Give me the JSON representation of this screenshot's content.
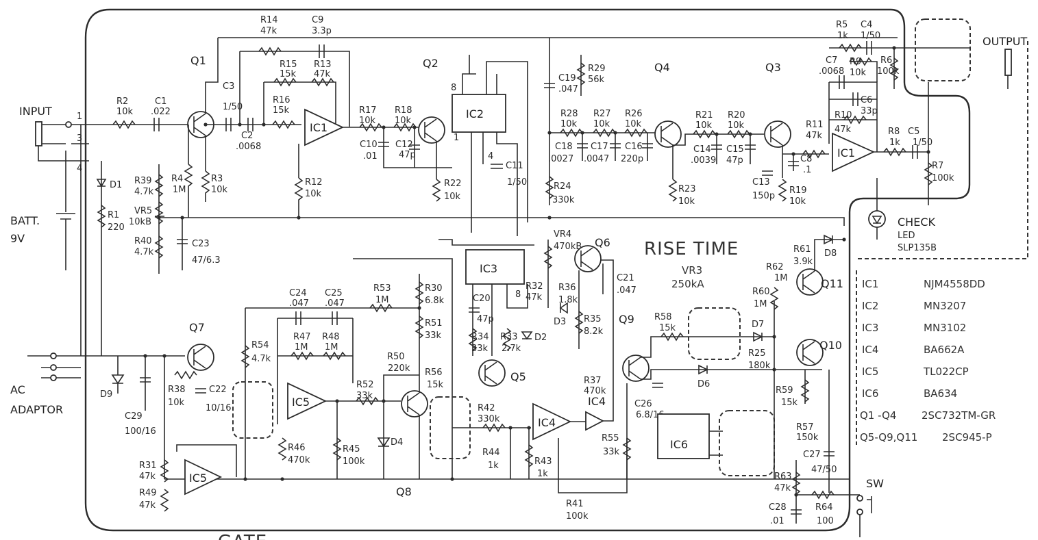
{
  "io": {
    "input": "INPUT",
    "output": "OUTPUT",
    "batt_line1": "BATT.",
    "batt_line2": "9V",
    "ac_line1": "AC",
    "ac_line2": "ADAPTOR",
    "sw": "SW",
    "check": "CHECK",
    "led": "LED",
    "led_part": "SLP135B",
    "rise_time": "RISE TIME",
    "vr3": "VR3",
    "vr3_value": "250kA",
    "gate": "GATE"
  },
  "transistors": [
    "Q1",
    "Q2",
    "Q3",
    "Q4",
    "Q5",
    "Q6",
    "Q7",
    "Q8",
    "Q9",
    "Q10",
    "Q11"
  ],
  "ics": [
    "IC1",
    "IC2",
    "IC3",
    "IC4",
    "IC5",
    "IC6"
  ],
  "parts_table": [
    {
      "ref": "IC1",
      "part": "NJM4558DD"
    },
    {
      "ref": "IC2",
      "part": "MN3207"
    },
    {
      "ref": "IC3",
      "part": "MN3102"
    },
    {
      "ref": "IC4",
      "part": "BA662A"
    },
    {
      "ref": "IC5",
      "part": "TL022CP"
    },
    {
      "ref": "IC6",
      "part": "BA634"
    },
    {
      "ref": "Q1 -Q4",
      "part": "2SC732TM-GR"
    },
    {
      "ref": "Q5-Q9,Q11",
      "part": "2SC945-P"
    }
  ],
  "labels": {
    "R1": "R1",
    "R1v": "220",
    "R2": "R2",
    "R2v": "10k",
    "R3": "R3",
    "R3v": "10k",
    "R4": "R4",
    "R4v": "1M",
    "R5": "R5",
    "R5v": "1k",
    "R6": "R6",
    "R6v": "100k",
    "R7": "R7",
    "R7v": "100k",
    "R8": "R8",
    "R8v": "1k",
    "R9": "R9",
    "R9v": "10k",
    "R10": "R10",
    "R10v": "47k",
    "R11": "R11",
    "R11v": "47k",
    "R12": "R12",
    "R12v": "10k",
    "R13": "R13",
    "R13v": "47k",
    "R14": "R14",
    "R14v": "47k",
    "R15": "R15",
    "R15v": "15k",
    "R16": "R16",
    "R16v": "15k",
    "R17": "R17",
    "R17v": "10k",
    "R18": "R18",
    "R18v": "10k",
    "R19": "R19",
    "R19v": "10k",
    "R20": "R20",
    "R20v": "10k",
    "R21": "R21",
    "R21v": "10k",
    "R22": "R22",
    "R22v": "10k",
    "R23": "R23",
    "R23v": "10k",
    "R24": "R24",
    "R24v": "330k",
    "R25": "R25",
    "R25v": "180k",
    "R26": "R26",
    "R26v": "10k",
    "R27": "R27",
    "R27v": "10k",
    "R28": "R28",
    "R28v": "10k",
    "R29": "R29",
    "R29v": "56k",
    "R30": "R30",
    "R30v": "6.8k",
    "R31": "R31",
    "R31v": "47k",
    "R32": "R32",
    "R32v": "47k",
    "R33": "R33",
    "R33v": "2.7k",
    "R34": "R34",
    "R34v": "33k",
    "R35": "R35",
    "R35v": "8.2k",
    "R36": "R36",
    "R36v": "1.8k",
    "R37": "R37",
    "R37v": "470k",
    "R38": "R38",
    "R38v": "10k",
    "R39": "R39",
    "R39v": "4.7k",
    "R40": "R40",
    "R40v": "4.7k",
    "R41": "R41",
    "R41v": "100k",
    "R42": "R42",
    "R42v": "330k",
    "R43": "R43",
    "R43v": "1k",
    "R44": "R44",
    "R44v": "1k",
    "R45": "R45",
    "R45v": "100k",
    "R46": "R46",
    "R46v": "470k",
    "R47": "R47",
    "R47v": "1M",
    "R48": "R48",
    "R48v": "1M",
    "R49": "R49",
    "R49v": "47k",
    "R50": "R50",
    "R50v": "220k",
    "R51": "R51",
    "R51v": "33k",
    "R52": "R52",
    "R52v": "33k",
    "R53": "R53",
    "R53v": "1M",
    "R54": "R54",
    "R54v": "4.7k",
    "R55": "R55",
    "R55v": "33k",
    "R56": "R56",
    "R56v": "15k",
    "R57": "R57",
    "R57v": "150k",
    "R58": "R58",
    "R58v": "15k",
    "R59": "R59",
    "R59v": "15k",
    "R60": "R60",
    "R60v": "1M",
    "R61": "R61",
    "R61v": "3.9k",
    "R62": "R62",
    "R62v": "1M",
    "R63": "R63",
    "R63v": "47k",
    "R64": "R64",
    "R64v": "100",
    "C1": "C1",
    "C1v": ".022",
    "C2": "C2",
    "C2v": ".0068",
    "C3": "C3",
    "C3v": "1/50",
    "C4": "C4",
    "C4v": "1/50",
    "C5": "C5",
    "C5v": "1/50",
    "C6": "C6",
    "C6v": "33p",
    "C7": "C7",
    "C7v": ".0068",
    "C8": "C8",
    "C8v": ".1",
    "C9": "C9",
    "C9v": "3.3p",
    "C10": "C10",
    "C10v": ".01",
    "C11": "C11",
    "C11v": "1/50",
    "C12": "C12",
    "C12v": "47p",
    "C13": "C13",
    "C13v": "150p",
    "C14": "C14",
    "C14v": ".0039",
    "C15": "C15",
    "C15v": "47p",
    "C16": "C16",
    "C16v": "220p",
    "C17": "C17",
    "C17v": ".0047",
    "C18": "C18",
    "C18v": ".0027",
    "C19": "C19",
    "C19v": ".047",
    "C20": "C20",
    "C20v": "47p",
    "C21": "C21",
    "C21v": ".047",
    "C22": "C22",
    "C22v": "10/16",
    "C23": "C23",
    "C23v": "47/6.3",
    "C24": "C24",
    "C24v": ".047",
    "C25": "C25",
    "C25v": ".047",
    "C26": "C26",
    "C26v": "6.8/16",
    "C27": "C27",
    "C27v": "47/50",
    "C28": "C28",
    "C28v": ".01",
    "C29": "C29",
    "C29v": "100/16",
    "VR4": "VR4",
    "VR4v": "470kB",
    "VR5": "VR5",
    "VR5v": "10kB",
    "D1": "D1",
    "D2": "D2",
    "D3": "D3",
    "D4": "D4",
    "D6": "D6",
    "D7": "D7",
    "D8": "D8",
    "D9": "D9"
  }
}
